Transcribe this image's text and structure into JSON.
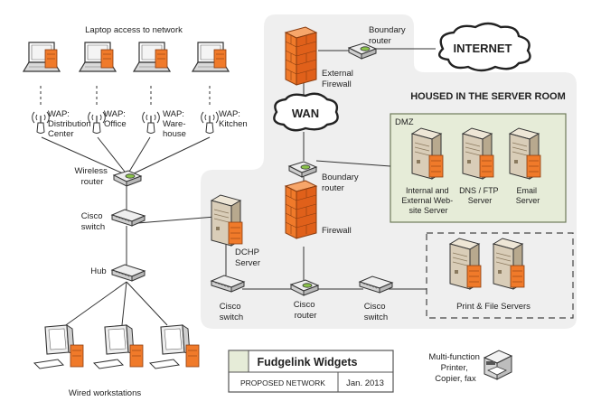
{
  "colors": {
    "server_room_bg": "#efefef",
    "dmz_bg": "#e6ecd8",
    "dmz_border": "#6f7b5a",
    "firewall": "#f07a2a",
    "device_accent": "#8bc34a",
    "server_body": "#d9cdb8",
    "line": "#333333"
  },
  "labels": {
    "laptop_access": "Laptop access to network",
    "wap_distribution": [
      "WAP:",
      "Distribution",
      "Center"
    ],
    "wap_office": [
      "WAP:",
      "Office"
    ],
    "wap_warehouse": [
      "WAP:",
      "Ware-",
      "house"
    ],
    "wap_kitchen": [
      "WAP:",
      "Kitchen"
    ],
    "wireless_router": [
      "Wireless",
      "router"
    ],
    "cisco_switch_left": [
      "Cisco",
      "switch"
    ],
    "hub": "Hub",
    "wired_workstations": "Wired workstations",
    "external_firewall": [
      "External",
      "Firewall"
    ],
    "boundary_router_top": [
      "Boundary",
      "router"
    ],
    "internet": "INTERNET",
    "wan": "WAN",
    "server_room": "HOUSED IN THE SERVER ROOM",
    "dmz": "DMZ",
    "boundary_router_mid": [
      "Boundary",
      "router"
    ],
    "web_server": [
      "Internal and",
      "External Web-",
      "site Server"
    ],
    "dns_ftp_server": [
      "DNS / FTP",
      "Server"
    ],
    "email_server": [
      "Email",
      "Server"
    ],
    "firewall": "Firewall",
    "dhcp_server": [
      "DCHP",
      "Server"
    ],
    "cisco_switch_bottom": [
      "Cisco",
      "switch"
    ],
    "cisco_router": [
      "Cisco",
      "router"
    ],
    "cisco_switch_right": [
      "Cisco",
      "switch"
    ],
    "print_file_servers": "Print & File Servers",
    "multifunction_printer": [
      "Multi-function",
      "Printer,",
      "Copier, fax"
    ]
  },
  "title_block": {
    "title": "Fudgelink Widgets",
    "subtitle": "PROPOSED NETWORK",
    "date": "Jan. 2013"
  }
}
